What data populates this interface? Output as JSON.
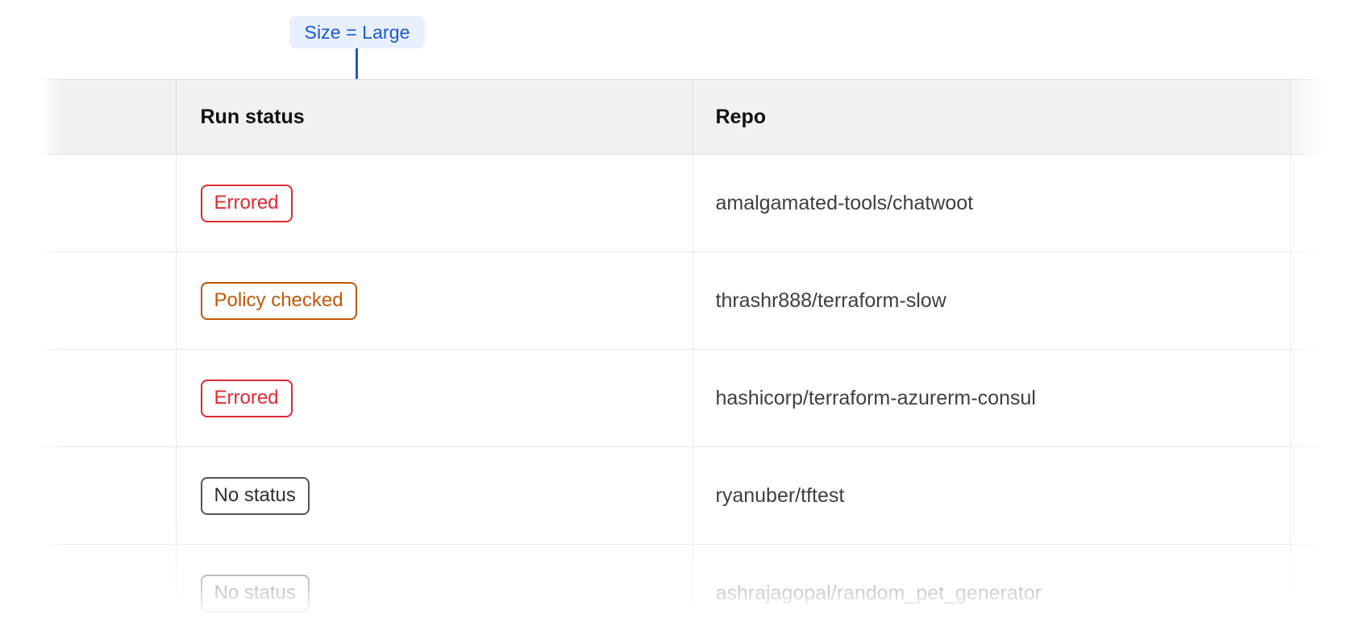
{
  "annotation": {
    "label": "Size = Large",
    "accent_color": "#1F56D3",
    "background_color": "#E8F0FE",
    "connector": "vertical-line-with-dot"
  },
  "table": {
    "columns": [
      {
        "key": "gutter",
        "label": ""
      },
      {
        "key": "run_status",
        "label": "Run status"
      },
      {
        "key": "repo",
        "label": "Repo"
      }
    ],
    "rows": [
      {
        "status": {
          "label": "Errored",
          "variant": "errored",
          "color": "#E02A33"
        },
        "repo": "amalgamated-tools/chatwoot"
      },
      {
        "status": {
          "label": "Policy checked",
          "variant": "policy-checked",
          "color": "#C25708"
        },
        "repo": "thrashr888/terraform-slow"
      },
      {
        "status": {
          "label": "Errored",
          "variant": "errored",
          "color": "#E02A33"
        },
        "repo": "hashicorp/terraform-azurerm-consul"
      },
      {
        "status": {
          "label": "No status",
          "variant": "no-status",
          "color": "#4E5462"
        },
        "repo": "ryanuber/tftest"
      },
      {
        "status": {
          "label": "No status",
          "variant": "no-status",
          "color": "#4E5462"
        },
        "repo": "ashrajagopal/random_pet_generator"
      }
    ]
  },
  "theme": {
    "header_background": "#F0F1F2",
    "border_color": "#DCDEE1",
    "row_border_color": "#E6E7EA",
    "text_color": "#3B3F46",
    "header_text_color": "#101114"
  }
}
